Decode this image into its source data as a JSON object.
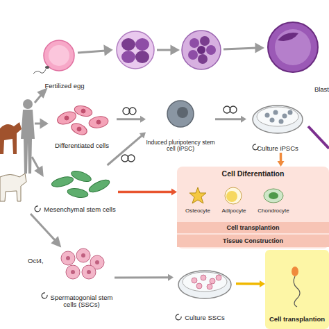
{
  "diagram": {
    "nodes": [
      {
        "text": [
          "Fertilized egg"
        ]
      },
      {
        "text": [
          "Blast"
        ]
      },
      {
        "text": [
          "Differentiated cells"
        ]
      },
      {
        "text": [
          "Induced pluripotency stem cell (iPSC)"
        ]
      },
      {
        "text": [
          "Culture iPSCs"
        ]
      },
      {
        "text": [
          "Mesenchymal stem cells"
        ]
      },
      {
        "text": [
          "Cell Diferentiation"
        ]
      },
      {
        "text": [
          "Osteocyte"
        ],
        "in": 6
      },
      {
        "text": [
          "Adipocyte"
        ],
        "in": 6
      },
      {
        "text": [
          "Chondrocyte"
        ],
        "in": 6
      },
      {
        "text": [
          "Cell transplantion"
        ],
        "in": 6
      },
      {
        "text": [
          "Tissue Construction"
        ],
        "in": 6
      },
      {
        "text": [
          "Spermatogonial stem cells (SSCs)"
        ]
      },
      {
        "text": [
          "Culture SSCs"
        ]
      },
      {
        "text": [
          "Cell transplantion"
        ]
      }
    ],
    "edges": [
      {
        "from": 2,
        "to": 3,
        "arrow": "to"
      },
      {
        "from": 3,
        "to": 4,
        "arrow": "to"
      },
      {
        "from": 5,
        "to": 3,
        "arrow": "to"
      },
      {
        "from": 5,
        "to": 6,
        "arrow": "to"
      },
      {
        "from": 4,
        "to": 6,
        "arrow": "to"
      },
      {
        "from": 12,
        "to": 13,
        "arrow": "to"
      },
      {
        "from": 13,
        "to": 14,
        "arrow": "to"
      }
    ],
    "labels": [
      "Oct4,"
    ]
  }
}
